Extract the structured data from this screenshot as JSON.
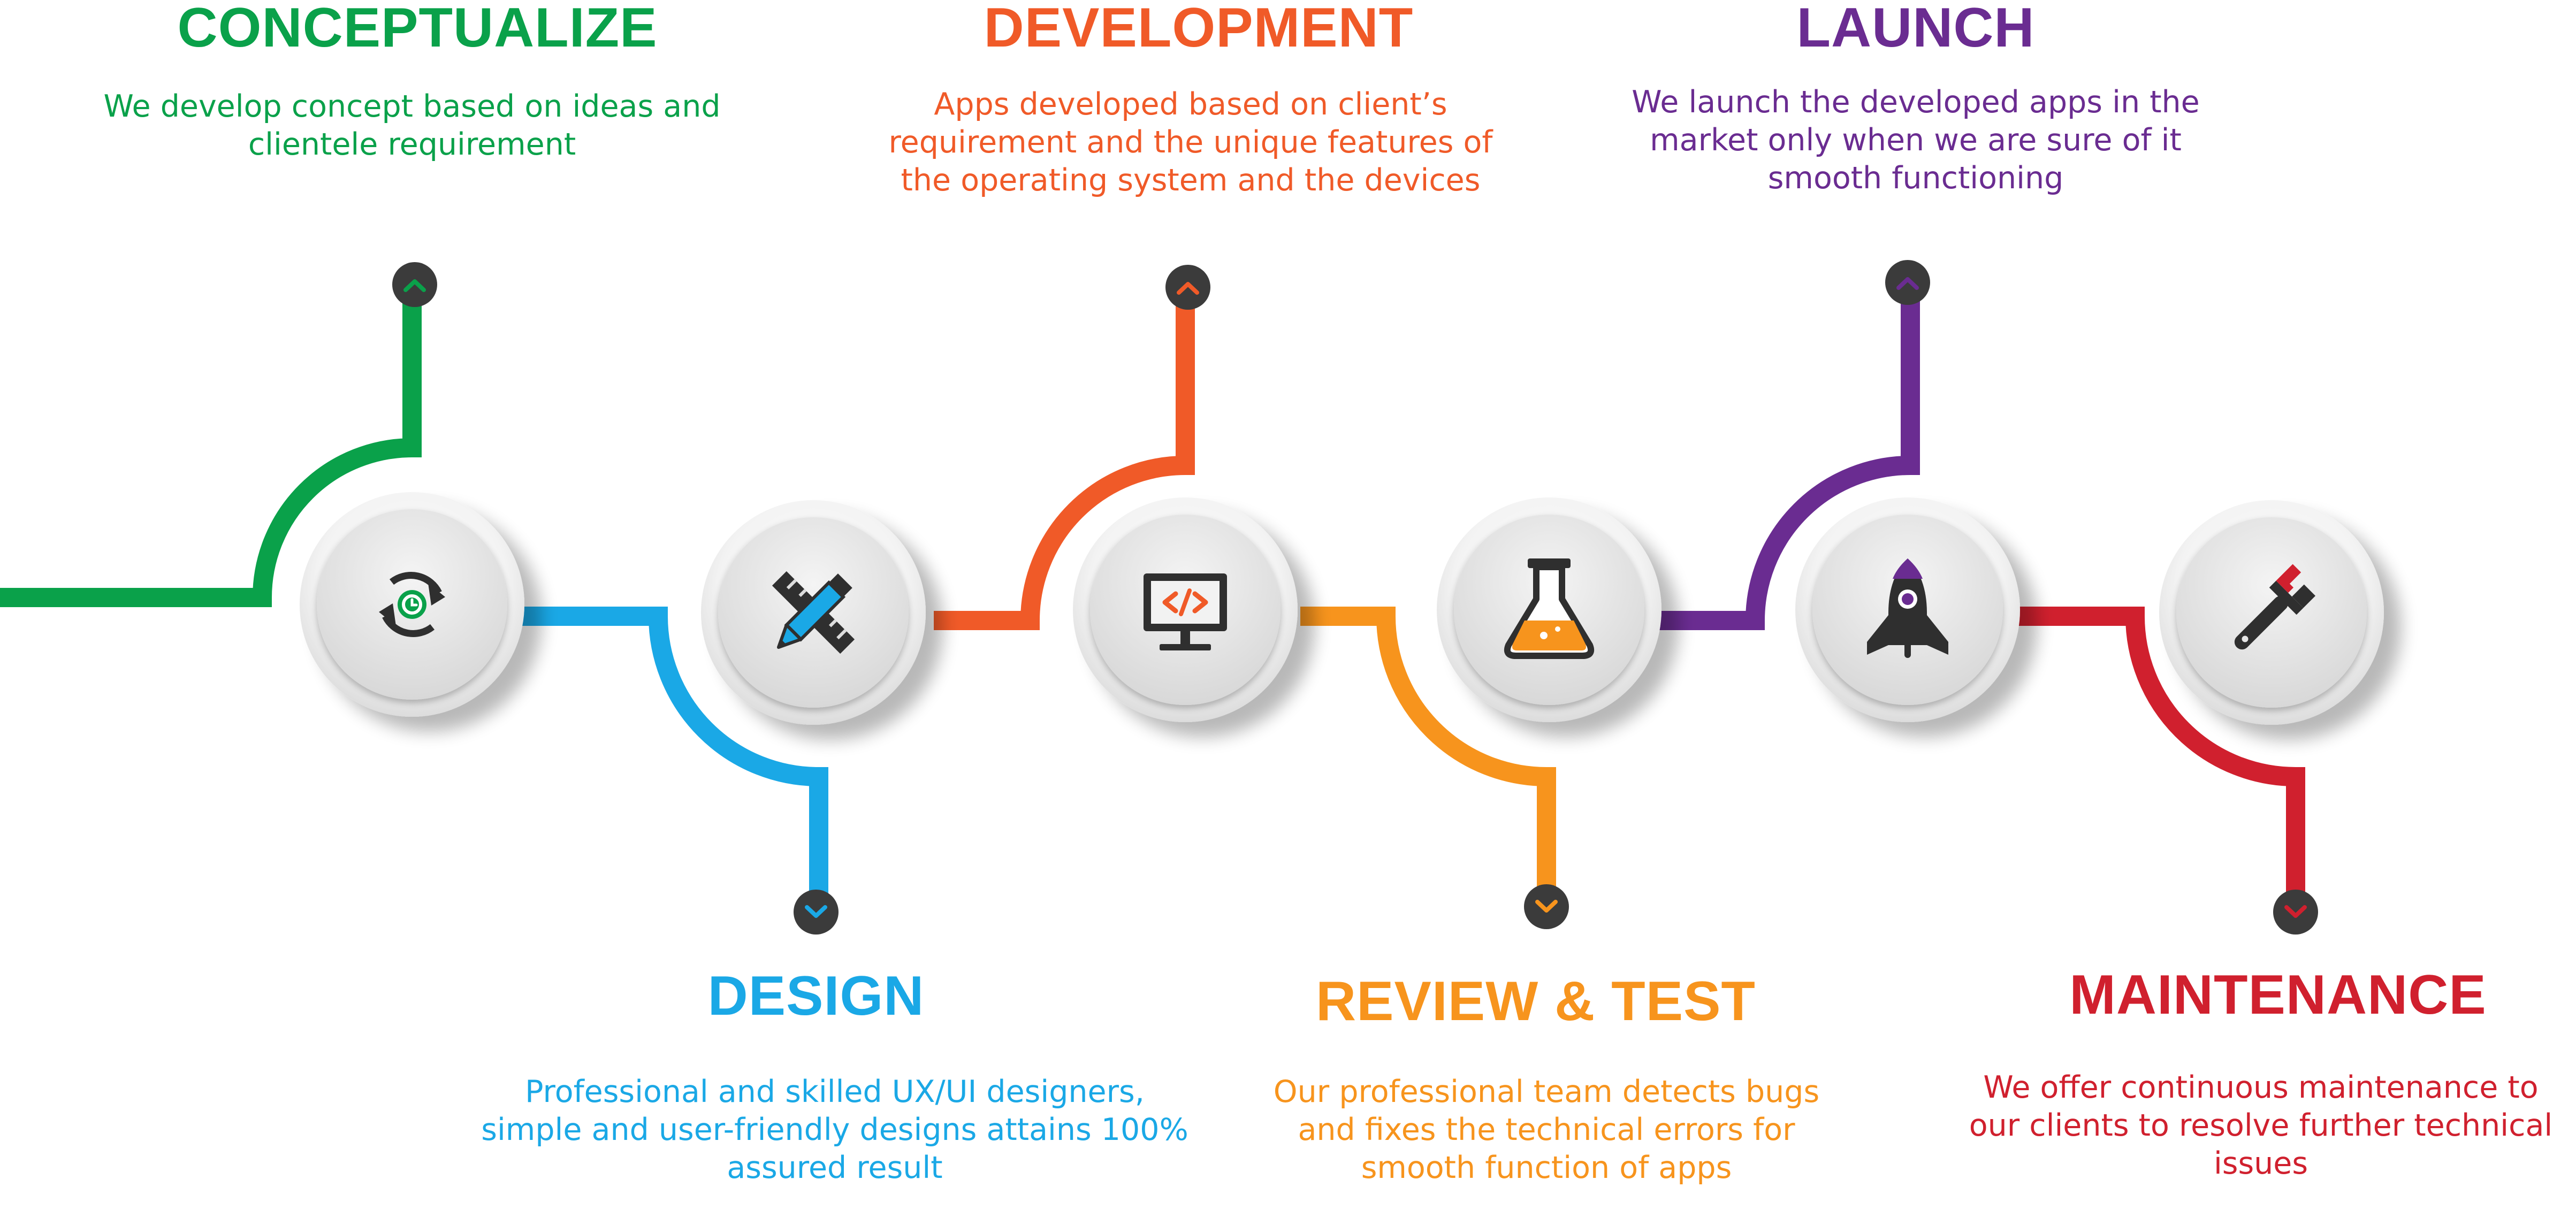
{
  "colors": {
    "conceptualize": "#0aa14a",
    "design": "#1aa8e6",
    "development": "#f05a28",
    "review_test": "#f7941d",
    "launch": "#6a2c91",
    "maintenance": "#d0202e",
    "node_dot": "#3b3b3b",
    "icon_dark": "#2f2f2f"
  },
  "stages": [
    {
      "id": "conceptualize",
      "title": "CONCEPTUALIZE",
      "lines": [
        "We develop concept based on ideas and",
        "clientele requirement"
      ],
      "icon": "cycle-arrows-icon"
    },
    {
      "id": "design",
      "title": "DESIGN",
      "lines": [
        "Professional and skilled UX/UI designers,",
        "simple and user-friendly designs attains 100%",
        "assured result"
      ],
      "icon": "pencil-ruler-icon"
    },
    {
      "id": "development",
      "title": "DEVELOPMENT",
      "lines": [
        "Apps developed based on client’s",
        "requirement and the unique features of",
        "the operating system and the devices"
      ],
      "icon": "code-monitor-icon"
    },
    {
      "id": "review_test",
      "title": "REVIEW & TEST",
      "lines": [
        "Our professional team detects bugs",
        "and fixes the technical errors for",
        "smooth function of apps"
      ],
      "icon": "lab-flask-icon"
    },
    {
      "id": "launch",
      "title": "LAUNCH",
      "lines": [
        "We launch the developed apps in the",
        "market only when we are sure of it",
        "smooth functioning"
      ],
      "icon": "rocket-icon"
    },
    {
      "id": "maintenance",
      "title": "MAINTENANCE",
      "lines": [
        "We offer continuous maintenance to",
        "our clients to resolve further technical",
        "issues"
      ],
      "icon": "wrench-icon"
    }
  ]
}
